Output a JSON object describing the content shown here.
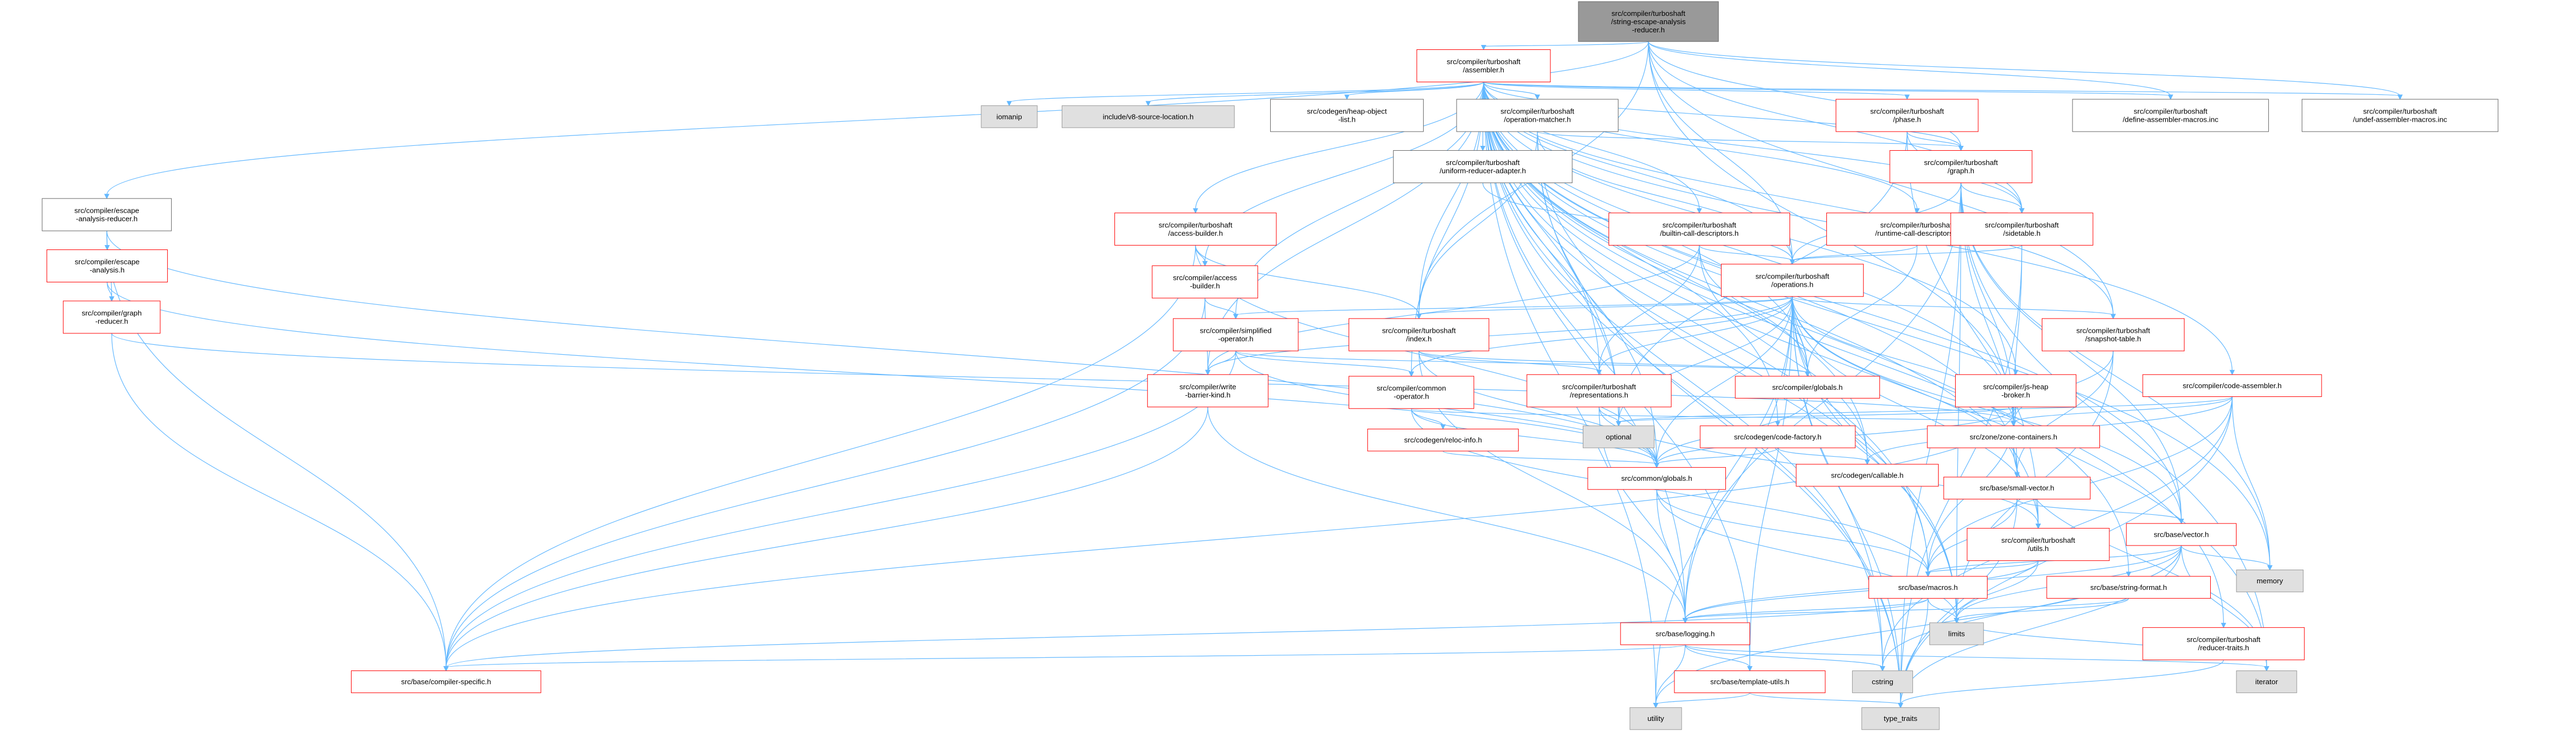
{
  "diagram": {
    "title": "",
    "colors": {
      "edge": "#63b8ff",
      "focus_fill": "#999999",
      "gray_fill": "#e0e0e0",
      "red_border": "#ff0000",
      "plain_border": "#666666"
    },
    "nodes": [
      {
        "id": "root",
        "style": "focus",
        "lines": [
          "src/compiler/turboshaft",
          "/string-escape-analysis",
          "-reducer.h"
        ]
      },
      {
        "id": "assembler",
        "style": "red",
        "lines": [
          "src/compiler/turboshaft",
          "/assembler.h"
        ]
      },
      {
        "id": "escape_reducer",
        "style": "plain",
        "lines": [
          "src/compiler/escape",
          "-analysis-reducer.h"
        ]
      },
      {
        "id": "escape_analysis",
        "style": "red",
        "lines": [
          "src/compiler/escape",
          "-analysis.h"
        ]
      },
      {
        "id": "graph_reducer",
        "style": "red",
        "lines": [
          "src/compiler/graph",
          "-reducer.h"
        ]
      },
      {
        "id": "iomanip",
        "style": "gray",
        "lines": [
          "iomanip"
        ]
      },
      {
        "id": "v8_source_location",
        "style": "gray",
        "lines": [
          "include/v8-source-location.h"
        ]
      },
      {
        "id": "heap_object_list",
        "style": "plain",
        "lines": [
          "src/codegen/heap-object",
          "-list.h"
        ]
      },
      {
        "id": "operation_matcher",
        "style": "plain",
        "lines": [
          "src/compiler/turboshaft",
          "/operation-matcher.h"
        ]
      },
      {
        "id": "uniform_reducer_adapter",
        "style": "plain",
        "lines": [
          "src/compiler/turboshaft",
          "/uniform-reducer-adapter.h"
        ]
      },
      {
        "id": "phase",
        "style": "red",
        "lines": [
          "src/compiler/turboshaft",
          "/phase.h"
        ]
      },
      {
        "id": "graph",
        "style": "red",
        "lines": [
          "src/compiler/turboshaft",
          "/graph.h"
        ]
      },
      {
        "id": "define_macros",
        "style": "plain",
        "lines": [
          "src/compiler/turboshaft",
          "/define-assembler-macros.inc"
        ]
      },
      {
        "id": "undef_macros",
        "style": "plain",
        "lines": [
          "src/compiler/turboshaft",
          "/undef-assembler-macros.inc"
        ]
      },
      {
        "id": "access_builder_ts",
        "style": "red",
        "lines": [
          "src/compiler/turboshaft",
          "/access-builder.h"
        ]
      },
      {
        "id": "builtin_call_desc",
        "style": "red",
        "lines": [
          "src/compiler/turboshaft",
          "/builtin-call-descriptors.h"
        ]
      },
      {
        "id": "runtime_call_desc",
        "style": "red",
        "lines": [
          "src/compiler/turboshaft",
          "/runtime-call-descriptors.h"
        ]
      },
      {
        "id": "sidetable",
        "style": "red",
        "lines": [
          "src/compiler/turboshaft",
          "/sidetable.h"
        ]
      },
      {
        "id": "access_builder",
        "style": "red",
        "lines": [
          "src/compiler/access",
          "-builder.h"
        ]
      },
      {
        "id": "operations",
        "style": "red",
        "lines": [
          "src/compiler/turboshaft",
          "/operations.h"
        ]
      },
      {
        "id": "simplified_operator",
        "style": "red",
        "lines": [
          "src/compiler/simplified",
          "-operator.h"
        ]
      },
      {
        "id": "write_barrier_kind",
        "style": "red",
        "lines": [
          "src/compiler/write",
          "-barrier-kind.h"
        ]
      },
      {
        "id": "ts_index",
        "style": "red",
        "lines": [
          "src/compiler/turboshaft",
          "/index.h"
        ]
      },
      {
        "id": "common_operator",
        "style": "red",
        "lines": [
          "src/compiler/common",
          "-operator.h"
        ]
      },
      {
        "id": "reloc_info",
        "style": "red",
        "lines": [
          "src/codegen/reloc-info.h"
        ]
      },
      {
        "id": "representations",
        "style": "red",
        "lines": [
          "src/compiler/turboshaft",
          "/representations.h"
        ]
      },
      {
        "id": "compiler_globals",
        "style": "red",
        "lines": [
          "src/compiler/globals.h"
        ]
      },
      {
        "id": "js_heap_broker",
        "style": "red",
        "lines": [
          "src/compiler/js-heap",
          "-broker.h"
        ]
      },
      {
        "id": "code_factory",
        "style": "red",
        "lines": [
          "src/codegen/code-factory.h"
        ]
      },
      {
        "id": "code_assembler",
        "style": "red",
        "lines": [
          "src/compiler/code-assembler.h"
        ]
      },
      {
        "id": "snapshot_table",
        "style": "red",
        "lines": [
          "src/compiler/turboshaft",
          "/snapshot-table.h"
        ]
      },
      {
        "id": "optional",
        "style": "gray",
        "lines": [
          "optional"
        ]
      },
      {
        "id": "callable",
        "style": "red",
        "lines": [
          "src/codegen/callable.h"
        ]
      },
      {
        "id": "zone_containers",
        "style": "red",
        "lines": [
          "src/zone/zone-containers.h"
        ]
      },
      {
        "id": "small_vector",
        "style": "red",
        "lines": [
          "src/base/small-vector.h"
        ]
      },
      {
        "id": "common_globals",
        "style": "red",
        "lines": [
          "src/common/globals.h"
        ]
      },
      {
        "id": "ts_utils",
        "style": "red",
        "lines": [
          "src/compiler/turboshaft",
          "/utils.h"
        ]
      },
      {
        "id": "vector",
        "style": "red",
        "lines": [
          "src/base/vector.h"
        ]
      },
      {
        "id": "macros",
        "style": "red",
        "lines": [
          "src/base/macros.h"
        ]
      },
      {
        "id": "string_format",
        "style": "red",
        "lines": [
          "src/base/string-format.h"
        ]
      },
      {
        "id": "reducer_traits",
        "style": "red",
        "lines": [
          "src/compiler/turboshaft",
          "/reducer-traits.h"
        ]
      },
      {
        "id": "memory",
        "style": "gray",
        "lines": [
          "memory"
        ]
      },
      {
        "id": "limits",
        "style": "gray",
        "lines": [
          "limits"
        ]
      },
      {
        "id": "logging",
        "style": "red",
        "lines": [
          "src/base/logging.h"
        ]
      },
      {
        "id": "cstring",
        "style": "gray",
        "lines": [
          "cstring"
        ]
      },
      {
        "id": "iterator",
        "style": "gray",
        "lines": [
          "iterator"
        ]
      },
      {
        "id": "compiler_specific",
        "style": "red",
        "lines": [
          "src/base/compiler-specific.h"
        ]
      },
      {
        "id": "template_utils",
        "style": "red",
        "lines": [
          "src/base/template-utils.h"
        ]
      },
      {
        "id": "utility",
        "style": "gray",
        "lines": [
          "utility"
        ]
      },
      {
        "id": "type_traits",
        "style": "gray",
        "lines": [
          "type_traits"
        ]
      }
    ],
    "edges": [
      [
        "root",
        "assembler"
      ],
      [
        "root",
        "escape_reducer"
      ],
      [
        "root",
        "define_macros"
      ],
      [
        "root",
        "undef_macros"
      ],
      [
        "root",
        "graph"
      ],
      [
        "root",
        "sidetable"
      ],
      [
        "root",
        "snapshot_table"
      ],
      [
        "root",
        "zone_containers"
      ],
      [
        "root",
        "ts_index"
      ],
      [
        "root",
        "operations"
      ],
      [
        "assembler",
        "iomanip"
      ],
      [
        "assembler",
        "v8_source_location"
      ],
      [
        "assembler",
        "heap_object_list"
      ],
      [
        "assembler",
        "operation_matcher"
      ],
      [
        "assembler",
        "uniform_reducer_adapter"
      ],
      [
        "assembler",
        "phase"
      ],
      [
        "assembler",
        "graph"
      ],
      [
        "assembler",
        "define_macros"
      ],
      [
        "assembler",
        "undef_macros"
      ],
      [
        "assembler",
        "access_builder_ts"
      ],
      [
        "assembler",
        "builtin_call_desc"
      ],
      [
        "assembler",
        "runtime_call_desc"
      ],
      [
        "assembler",
        "sidetable"
      ],
      [
        "assembler",
        "access_builder"
      ],
      [
        "assembler",
        "operations"
      ],
      [
        "assembler",
        "simplified_operator"
      ],
      [
        "assembler",
        "write_barrier_kind"
      ],
      [
        "assembler",
        "ts_index"
      ],
      [
        "assembler",
        "common_operator"
      ],
      [
        "assembler",
        "representations"
      ],
      [
        "assembler",
        "compiler_globals"
      ],
      [
        "assembler",
        "js_heap_broker"
      ],
      [
        "assembler",
        "code_factory"
      ],
      [
        "assembler",
        "code_assembler"
      ],
      [
        "assembler",
        "snapshot_table"
      ],
      [
        "assembler",
        "optional"
      ],
      [
        "assembler",
        "callable"
      ],
      [
        "assembler",
        "zone_containers"
      ],
      [
        "assembler",
        "small_vector"
      ],
      [
        "assembler",
        "common_globals"
      ],
      [
        "assembler",
        "ts_utils"
      ],
      [
        "assembler",
        "vector"
      ],
      [
        "assembler",
        "macros"
      ],
      [
        "assembler",
        "string_format"
      ],
      [
        "assembler",
        "reducer_traits"
      ],
      [
        "assembler",
        "memory"
      ],
      [
        "assembler",
        "limits"
      ],
      [
        "assembler",
        "logging"
      ],
      [
        "assembler",
        "cstring"
      ],
      [
        "assembler",
        "iterator"
      ],
      [
        "assembler",
        "template_utils"
      ],
      [
        "assembler",
        "utility"
      ],
      [
        "assembler",
        "type_traits"
      ],
      [
        "escape_reducer",
        "escape_analysis"
      ],
      [
        "escape_reducer",
        "graph_reducer"
      ],
      [
        "escape_reducer",
        "compiler_specific"
      ],
      [
        "escape_reducer",
        "common_globals"
      ],
      [
        "escape_analysis",
        "common_globals"
      ],
      [
        "escape_analysis",
        "graph_reducer"
      ],
      [
        "graph_reducer",
        "compiler_specific"
      ],
      [
        "graph_reducer",
        "zone_containers"
      ],
      [
        "operation_matcher",
        "graph"
      ],
      [
        "operation_matcher",
        "operations"
      ],
      [
        "operation_matcher",
        "optional"
      ],
      [
        "operation_matcher",
        "limits"
      ],
      [
        "operation_matcher",
        "type_traits"
      ],
      [
        "operation_matcher",
        "ts_index"
      ],
      [
        "uniform_reducer_adapter",
        "operations"
      ],
      [
        "phase",
        "graph"
      ],
      [
        "phase",
        "sidetable"
      ],
      [
        "phase",
        "optional"
      ],
      [
        "phase",
        "ts_utils"
      ],
      [
        "graph",
        "sidetable"
      ],
      [
        "graph",
        "operations"
      ],
      [
        "graph",
        "zone_containers"
      ],
      [
        "graph",
        "small_vector"
      ],
      [
        "graph",
        "vector"
      ],
      [
        "graph",
        "memory"
      ],
      [
        "graph",
        "limits"
      ],
      [
        "graph",
        "iterator"
      ],
      [
        "graph",
        "type_traits"
      ],
      [
        "graph",
        "logging"
      ],
      [
        "access_builder_ts",
        "access_builder"
      ],
      [
        "access_builder_ts",
        "ts_index"
      ],
      [
        "access_builder_ts",
        "compiler_specific"
      ],
      [
        "access_builder_ts",
        "common_globals"
      ],
      [
        "builtin_call_desc",
        "operations"
      ],
      [
        "builtin_call_desc",
        "representations"
      ],
      [
        "builtin_call_desc",
        "write_barrier_kind"
      ],
      [
        "builtin_call_desc",
        "compiler_globals"
      ],
      [
        "builtin_call_desc",
        "callable"
      ],
      [
        "runtime_call_desc",
        "operations"
      ],
      [
        "runtime_call_desc",
        "compiler_globals"
      ],
      [
        "sidetable",
        "operations"
      ],
      [
        "sidetable",
        "zone_containers"
      ],
      [
        "sidetable",
        "type_traits"
      ],
      [
        "access_builder",
        "simplified_operator"
      ],
      [
        "access_builder",
        "write_barrier_kind"
      ],
      [
        "access_builder",
        "compiler_specific"
      ],
      [
        "operations",
        "simplified_operator"
      ],
      [
        "operations",
        "write_barrier_kind"
      ],
      [
        "operations",
        "ts_index"
      ],
      [
        "operations",
        "common_operator"
      ],
      [
        "operations",
        "representations"
      ],
      [
        "operations",
        "compiler_globals"
      ],
      [
        "operations",
        "snapshot_table"
      ],
      [
        "operations",
        "optional"
      ],
      [
        "operations",
        "zone_containers"
      ],
      [
        "operations",
        "small_vector"
      ],
      [
        "operations",
        "common_globals"
      ],
      [
        "operations",
        "ts_utils"
      ],
      [
        "operations",
        "vector"
      ],
      [
        "operations",
        "macros"
      ],
      [
        "operations",
        "logging"
      ],
      [
        "operations",
        "template_utils"
      ],
      [
        "operations",
        "utility"
      ],
      [
        "operations",
        "type_traits"
      ],
      [
        "operations",
        "limits"
      ],
      [
        "operations",
        "cstring"
      ],
      [
        "simplified_operator",
        "common_operator"
      ],
      [
        "simplified_operator",
        "write_barrier_kind"
      ],
      [
        "simplified_operator",
        "compiler_globals"
      ],
      [
        "simplified_operator",
        "common_globals"
      ],
      [
        "simplified_operator",
        "compiler_specific"
      ],
      [
        "write_barrier_kind",
        "logging"
      ],
      [
        "write_barrier_kind",
        "compiler_specific"
      ],
      [
        "ts_index",
        "representations"
      ],
      [
        "ts_index",
        "compiler_globals"
      ],
      [
        "ts_index",
        "logging"
      ],
      [
        "ts_index",
        "common_globals"
      ],
      [
        "common_operator",
        "reloc_info"
      ],
      [
        "common_operator",
        "common_globals"
      ],
      [
        "common_operator",
        "macros"
      ],
      [
        "common_operator",
        "zone_containers"
      ],
      [
        "reloc_info",
        "common_globals"
      ],
      [
        "representations",
        "logging"
      ],
      [
        "representations",
        "ts_utils"
      ],
      [
        "representations",
        "optional"
      ],
      [
        "compiler_globals",
        "common_globals"
      ],
      [
        "js_heap_broker",
        "common_globals"
      ],
      [
        "js_heap_broker",
        "macros"
      ],
      [
        "js_heap_broker",
        "optional"
      ],
      [
        "js_heap_broker",
        "compiler_specific"
      ],
      [
        "code_factory",
        "callable"
      ],
      [
        "code_factory",
        "common_globals"
      ],
      [
        "code_assembler",
        "optional"
      ],
      [
        "code_assembler",
        "callable"
      ],
      [
        "code_assembler",
        "zone_containers"
      ],
      [
        "code_assembler",
        "memory"
      ],
      [
        "code_assembler",
        "type_traits"
      ],
      [
        "code_assembler",
        "macros"
      ],
      [
        "code_assembler",
        "cstring"
      ],
      [
        "snapshot_table",
        "zone_containers"
      ],
      [
        "snapshot_table",
        "small_vector"
      ],
      [
        "snapshot_table",
        "limits"
      ],
      [
        "zone_containers",
        "small_vector"
      ],
      [
        "zone_containers",
        "iterator"
      ],
      [
        "small_vector",
        "vector"
      ],
      [
        "small_vector",
        "macros"
      ],
      [
        "small_vector",
        "type_traits"
      ],
      [
        "common_globals",
        "macros"
      ],
      [
        "common_globals",
        "logging"
      ],
      [
        "common_globals",
        "limits"
      ],
      [
        "ts_utils",
        "macros"
      ],
      [
        "ts_utils",
        "logging"
      ],
      [
        "ts_utils",
        "limits"
      ],
      [
        "vector",
        "logging"
      ],
      [
        "vector",
        "macros"
      ],
      [
        "vector",
        "memory"
      ],
      [
        "vector",
        "type_traits"
      ],
      [
        "vector",
        "iterator"
      ],
      [
        "vector",
        "limits"
      ],
      [
        "vector",
        "cstring"
      ],
      [
        "vector",
        "utility"
      ],
      [
        "macros",
        "logging"
      ],
      [
        "macros",
        "type_traits"
      ],
      [
        "macros",
        "compiler_specific"
      ],
      [
        "macros",
        "limits"
      ],
      [
        "string_format",
        "logging"
      ],
      [
        "string_format",
        "limits"
      ],
      [
        "reducer_traits",
        "limits"
      ],
      [
        "reducer_traits",
        "type_traits"
      ],
      [
        "logging",
        "compiler_specific"
      ],
      [
        "logging",
        "template_utils"
      ],
      [
        "logging",
        "cstring"
      ],
      [
        "logging",
        "iterator"
      ],
      [
        "logging",
        "utility"
      ],
      [
        "template_utils",
        "type_traits"
      ],
      [
        "template_utils",
        "utility"
      ]
    ]
  }
}
